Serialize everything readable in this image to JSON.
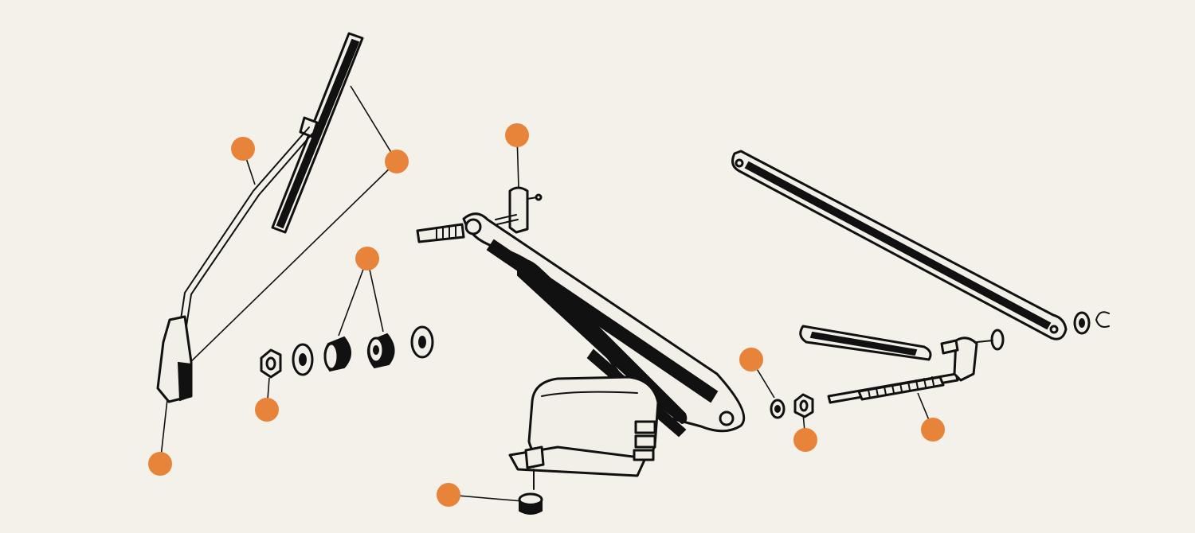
{
  "diagram": {
    "background_color": "#f4f0ea",
    "line_color": "#111111",
    "callout_color": "#e8833a",
    "callouts": [
      {
        "id": "wiper-arm"
      },
      {
        "id": "wiper-blade"
      },
      {
        "id": "arm-spindle-cap"
      },
      {
        "id": "spindle-nut"
      },
      {
        "id": "spindle-bushes"
      },
      {
        "id": "pivot-bolt"
      },
      {
        "id": "mounting-grommet"
      },
      {
        "id": "linkage-washer"
      },
      {
        "id": "linkage-nut"
      },
      {
        "id": "drive-rod"
      }
    ]
  }
}
